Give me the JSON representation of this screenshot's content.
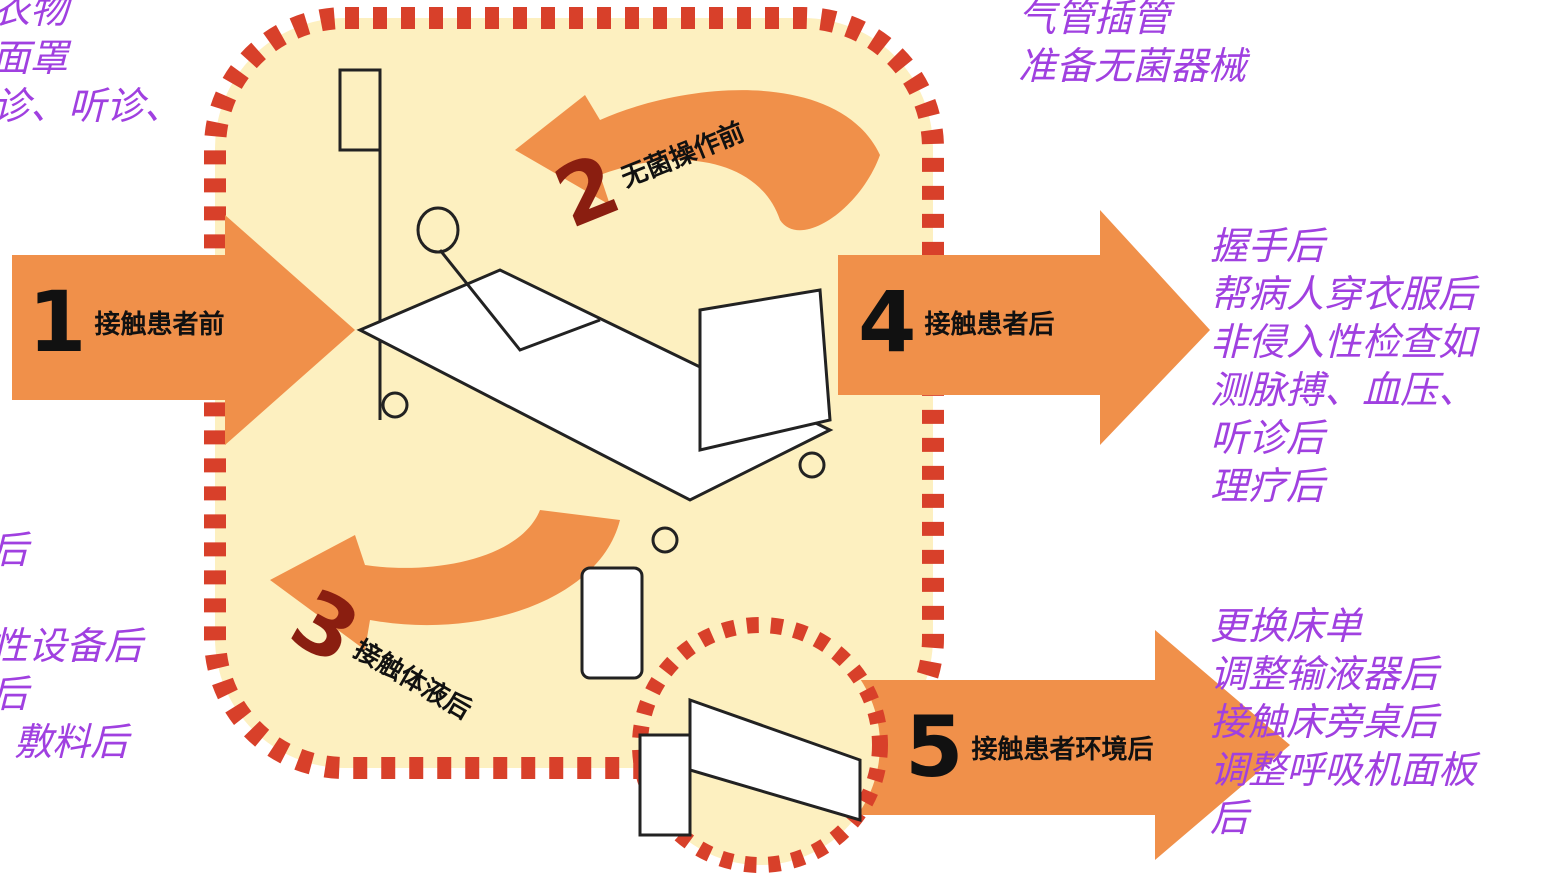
{
  "moments": {
    "m1": {
      "number": "1",
      "label": "接触患者前"
    },
    "m2": {
      "number": "2",
      "label": "无菌操作前"
    },
    "m3": {
      "number": "3",
      "label": "接触体液后"
    },
    "m4": {
      "number": "4",
      "label": "接触患者后"
    },
    "m5": {
      "number": "5",
      "label": "接触患者环境后"
    }
  },
  "notes": {
    "top_left": [
      "衣物",
      "面罩",
      "诊、听诊、"
    ],
    "top_right": [
      "气管插管",
      "准备无菌器械"
    ],
    "right_mid": [
      "握手后",
      "帮病人穿衣服后",
      "非侵入性检查如",
      "测脉搏、血压、",
      "听诊后",
      "理疗后"
    ],
    "right_bottom": [
      "更换床单",
      "调整输液器后",
      "接触床旁桌后",
      "调整呼吸机面板",
      "后"
    ],
    "left_bottom": [
      "后",
      "",
      "性设备后",
      "后",
      "  敷料后"
    ]
  },
  "colors": {
    "arrow": "#f0904a",
    "panel": "#fdf0c0",
    "dash": "#d8402a",
    "note_text": "#a040e0"
  }
}
